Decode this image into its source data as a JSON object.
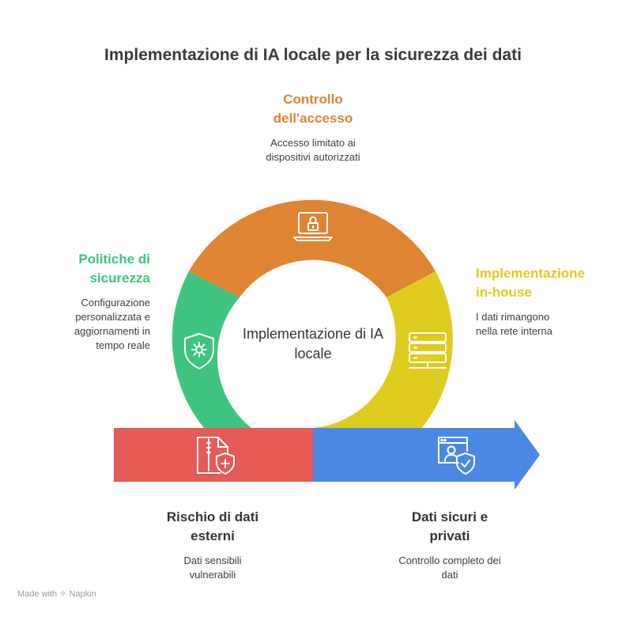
{
  "title": "Implementazione di IA locale per la sicurezza dei dati",
  "center": {
    "label": "Implementazione di IA locale"
  },
  "segments": [
    {
      "heading": "Controllo dell'accesso",
      "description": "Accesso limitato ai dispositivi autorizzati",
      "color": "#DF8433",
      "icon": "laptop-lock-icon"
    },
    {
      "heading": "Implementazione in-house",
      "description": "I dati rimangono nella rete interna",
      "color": "#DFCB1E",
      "icon": "server-rack-icon"
    },
    {
      "heading": "Politiche di sicurezza",
      "description": "Configurazione personalizzata e aggiornamenti in tempo reale",
      "color": "#3FC47F",
      "icon": "shield-gear-icon"
    },
    {
      "heading": "Rischio di dati esterni",
      "description": "Dati sensibili vulnerabili",
      "color": "#E65A58",
      "icon": "document-shield-icon"
    },
    {
      "heading": "Dati sicuri e privati",
      "description": "Controllo completo dei dati",
      "color": "#4A88E4",
      "icon": "user-shield-icon"
    }
  ],
  "footer": {
    "made_with": "Made with",
    "brand": "Napkin"
  }
}
